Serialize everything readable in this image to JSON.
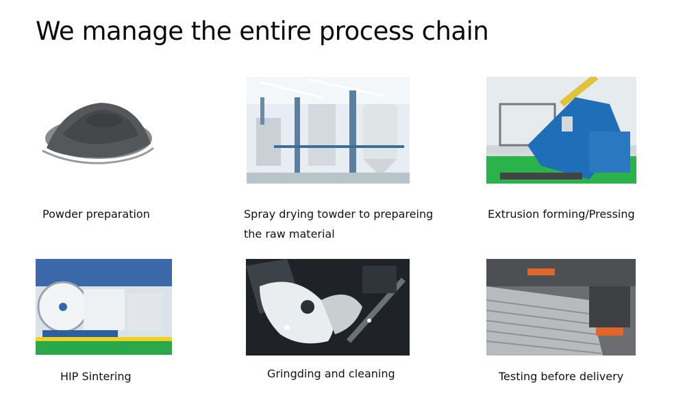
{
  "title": "We manage the entire process chain",
  "steps": [
    {
      "caption": "Powder preparation",
      "image": "powder-pile-photo"
    },
    {
      "caption_line1": "Spray drying towder to prepareing",
      "caption_line2": "the raw material",
      "image": "spray-drying-plant-photo"
    },
    {
      "caption": "Extrusion forming/Pressing",
      "image": "extrusion-press-photo"
    },
    {
      "caption": "HIP Sintering",
      "image": "hip-sintering-furnace-photo"
    },
    {
      "caption": "Gringding and cleaning",
      "image": "grinding-coolant-photo"
    },
    {
      "caption": "Testing before delivery",
      "image": "rod-inspection-photo"
    }
  ]
}
